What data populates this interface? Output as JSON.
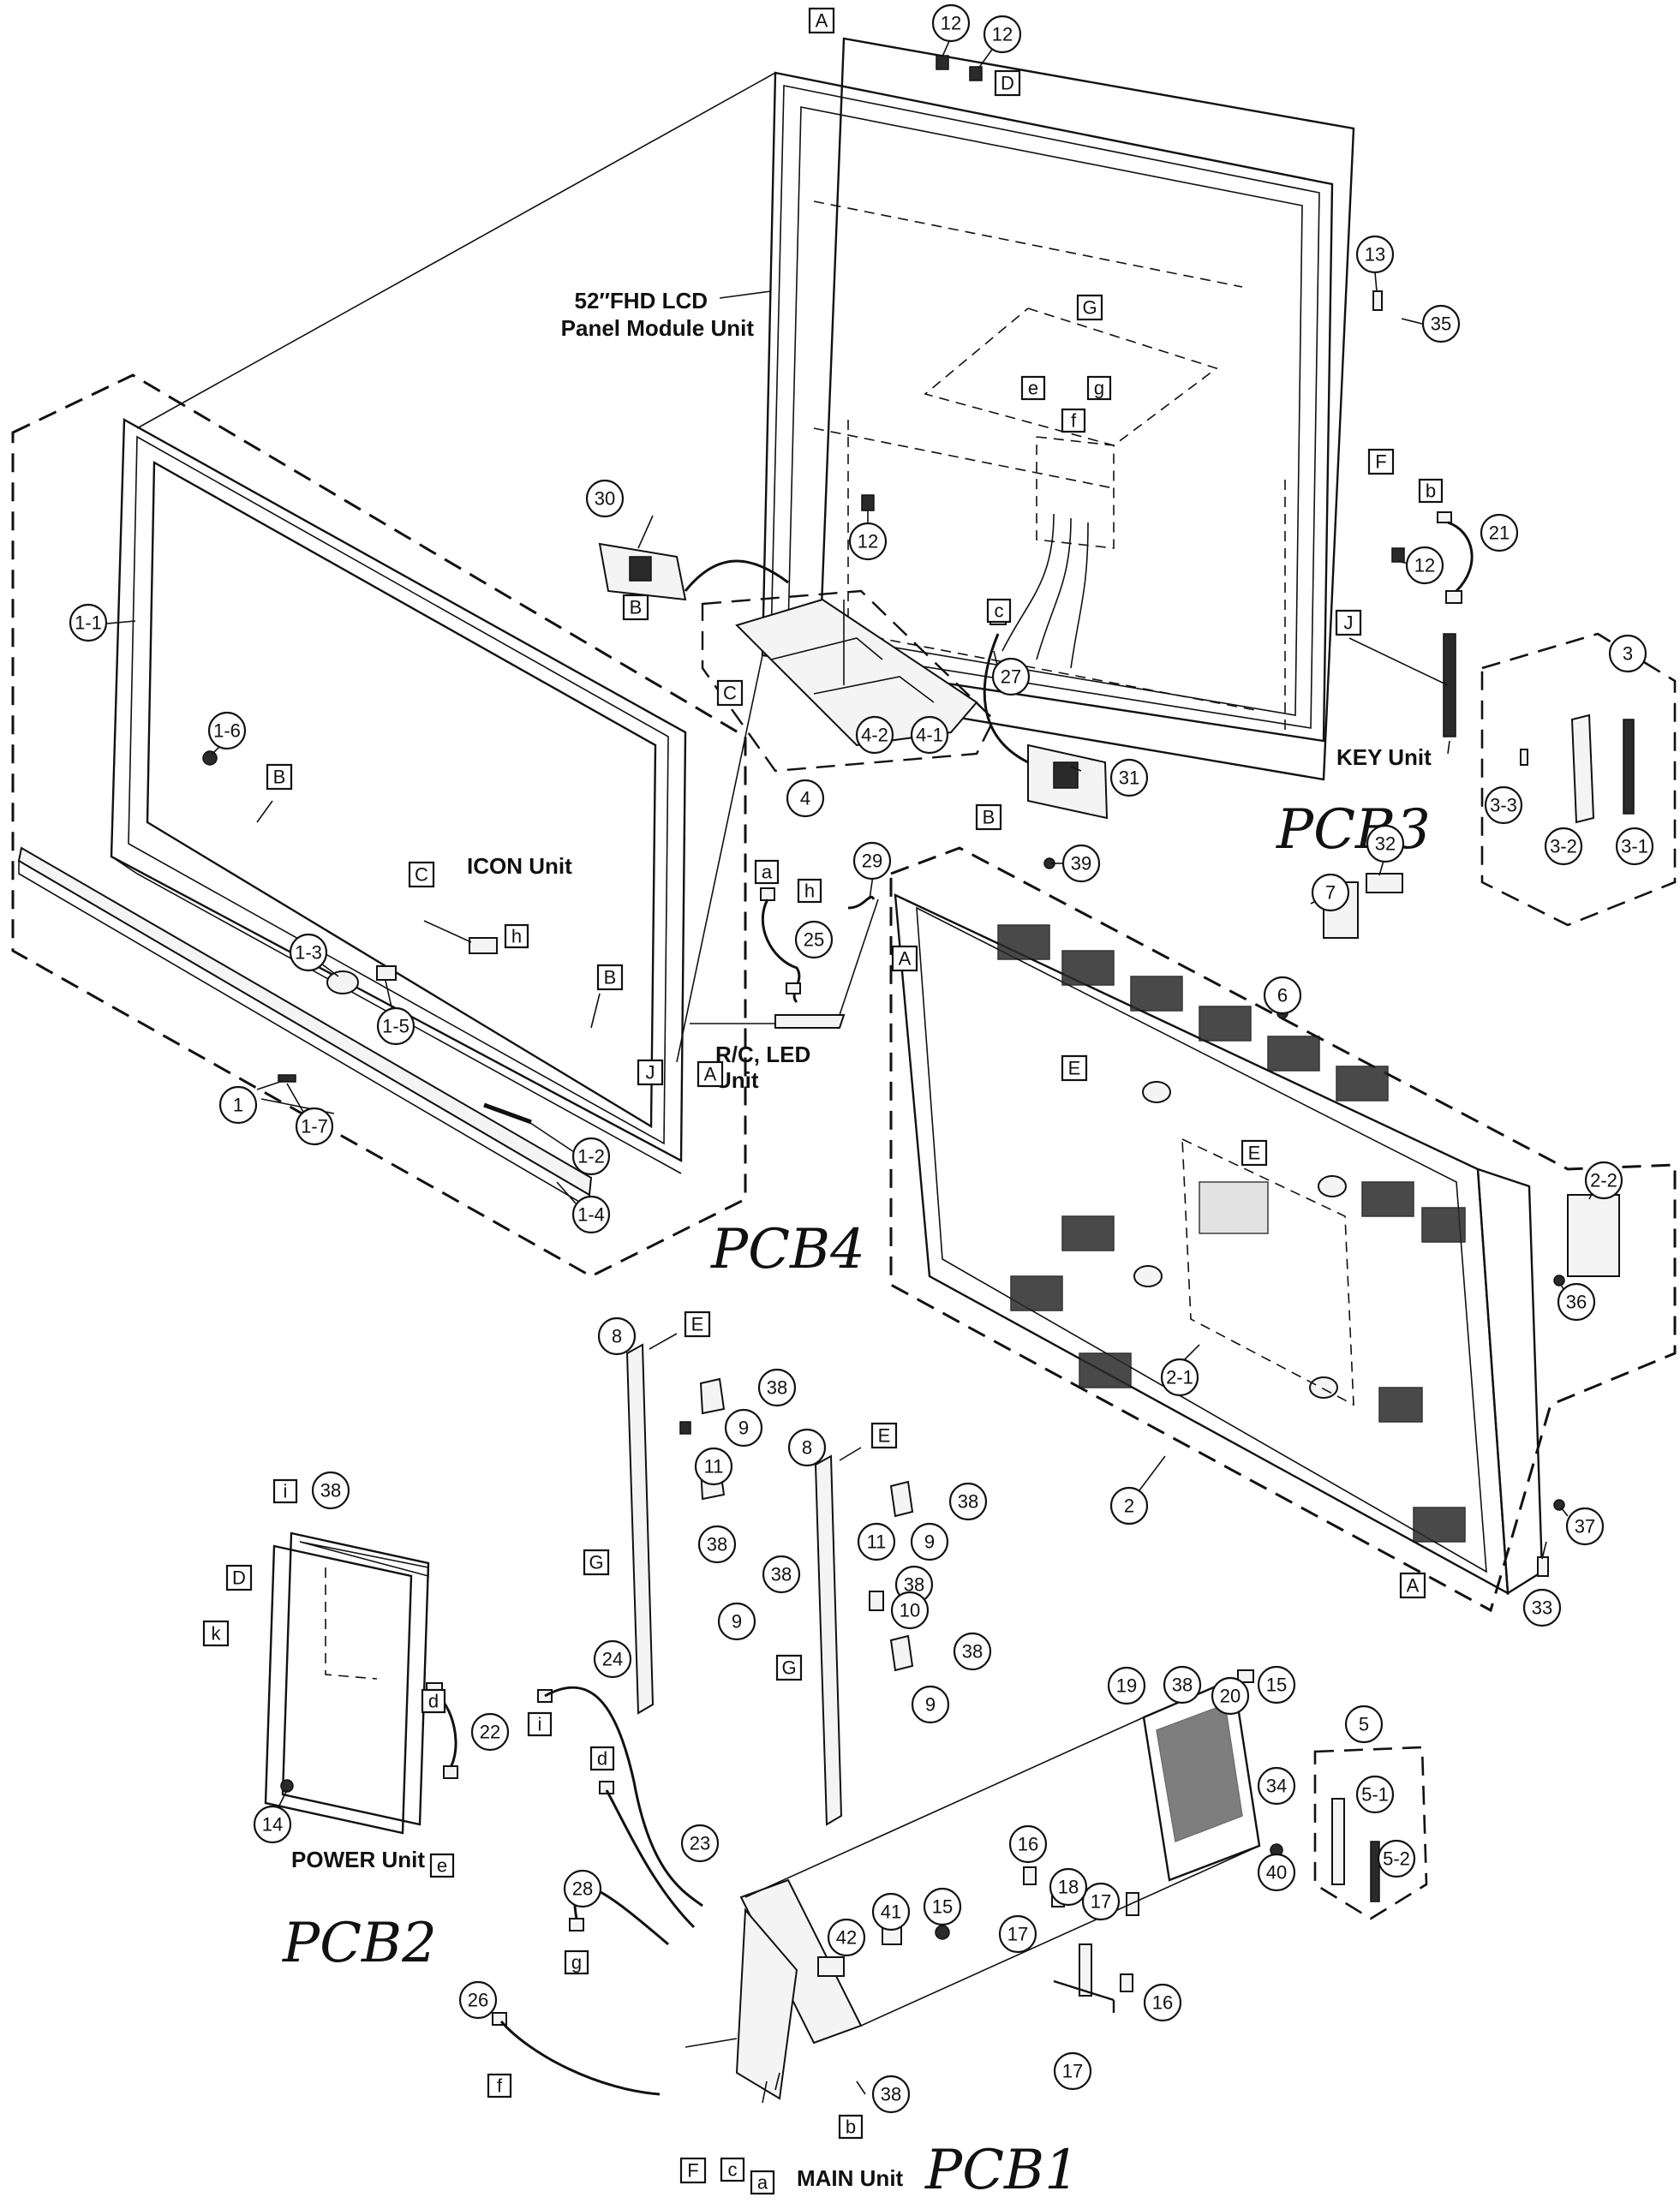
{
  "circles": [
    {
      "key": "c12a",
      "text": "12"
    },
    {
      "key": "c12b",
      "text": "12"
    },
    {
      "key": "c12c",
      "text": "12"
    },
    {
      "key": "c12d",
      "text": "12"
    },
    {
      "key": "c13",
      "text": "13"
    },
    {
      "key": "c35",
      "text": "35"
    },
    {
      "key": "c21",
      "text": "21"
    },
    {
      "key": "c3",
      "text": "3"
    },
    {
      "key": "c3-3",
      "text": "3-3"
    },
    {
      "key": "c3-2",
      "text": "3-2"
    },
    {
      "key": "c3-1",
      "text": "3-1"
    },
    {
      "key": "c30",
      "text": "30"
    },
    {
      "key": "c27",
      "text": "27"
    },
    {
      "key": "c31",
      "text": "31"
    },
    {
      "key": "c4",
      "text": "4"
    },
    {
      "key": "c4-2",
      "text": "4-2"
    },
    {
      "key": "c4-1",
      "text": "4-1"
    },
    {
      "key": "c1-1",
      "text": "1-1"
    },
    {
      "key": "c1-6",
      "text": "1-6"
    },
    {
      "key": "c1-3",
      "text": "1-3"
    },
    {
      "key": "c1-5",
      "text": "1-5"
    },
    {
      "key": "c1-7",
      "text": "1-7"
    },
    {
      "key": "c1",
      "text": "1"
    },
    {
      "key": "c1-2",
      "text": "1-2"
    },
    {
      "key": "c1-4",
      "text": "1-4"
    },
    {
      "key": "c29",
      "text": "29"
    },
    {
      "key": "c25",
      "text": "25"
    },
    {
      "key": "c39",
      "text": "39"
    },
    {
      "key": "c6",
      "text": "6"
    },
    {
      "key": "c7",
      "text": "7"
    },
    {
      "key": "c32",
      "text": "32"
    },
    {
      "key": "c2-2",
      "text": "2-2"
    },
    {
      "key": "c2-1",
      "text": "2-1"
    },
    {
      "key": "c2",
      "text": "2"
    },
    {
      "key": "c36",
      "text": "36"
    },
    {
      "key": "c37",
      "text": "37"
    },
    {
      "key": "c33",
      "text": "33"
    },
    {
      "key": "c8a",
      "text": "8"
    },
    {
      "key": "c8b",
      "text": "8"
    },
    {
      "key": "c38a",
      "text": "38"
    },
    {
      "key": "c38b",
      "text": "38"
    },
    {
      "key": "c38c",
      "text": "38"
    },
    {
      "key": "c38d",
      "text": "38"
    },
    {
      "key": "c38e",
      "text": "38"
    },
    {
      "key": "c38f",
      "text": "38"
    },
    {
      "key": "c38g",
      "text": "38"
    },
    {
      "key": "c38h",
      "text": "38"
    },
    {
      "key": "c38i",
      "text": "38"
    },
    {
      "key": "c9a",
      "text": "9"
    },
    {
      "key": "c9b",
      "text": "9"
    },
    {
      "key": "c9c",
      "text": "9"
    },
    {
      "key": "c9d",
      "text": "9"
    },
    {
      "key": "c11a",
      "text": "11"
    },
    {
      "key": "c11b",
      "text": "11"
    },
    {
      "key": "c10",
      "text": "10"
    },
    {
      "key": "c14",
      "text": "14"
    },
    {
      "key": "c22",
      "text": "22"
    },
    {
      "key": "c24",
      "text": "24"
    },
    {
      "key": "c23",
      "text": "23"
    },
    {
      "key": "c28",
      "text": "28"
    },
    {
      "key": "c26",
      "text": "26"
    },
    {
      "key": "c42",
      "text": "42"
    },
    {
      "key": "c41",
      "text": "41"
    },
    {
      "key": "c15a",
      "text": "15"
    },
    {
      "key": "c15b",
      "text": "15"
    },
    {
      "key": "c16a",
      "text": "16"
    },
    {
      "key": "c16b",
      "text": "16"
    },
    {
      "key": "c17a",
      "text": "17"
    },
    {
      "key": "c17b",
      "text": "17"
    },
    {
      "key": "c17c",
      "text": "17"
    },
    {
      "key": "c18",
      "text": "18"
    },
    {
      "key": "c19",
      "text": "19"
    },
    {
      "key": "c20",
      "text": "20"
    },
    {
      "key": "c34",
      "text": "34"
    },
    {
      "key": "c40",
      "text": "40"
    },
    {
      "key": "c5",
      "text": "5"
    },
    {
      "key": "c5-1",
      "text": "5-1"
    },
    {
      "key": "c5-2",
      "text": "5-2"
    }
  ],
  "boxes": [
    {
      "key": "bA1",
      "text": "A"
    },
    {
      "key": "bD1",
      "text": "D"
    },
    {
      "key": "bG1",
      "text": "G"
    },
    {
      "key": "be1",
      "text": "e"
    },
    {
      "key": "bf1",
      "text": "f"
    },
    {
      "key": "bg1",
      "text": "g"
    },
    {
      "key": "bF1",
      "text": "F"
    },
    {
      "key": "bb1",
      "text": "b"
    },
    {
      "key": "bJ1",
      "text": "J"
    },
    {
      "key": "bB1",
      "text": "B"
    },
    {
      "key": "bC1",
      "text": "C"
    },
    {
      "key": "bc1",
      "text": "c"
    },
    {
      "key": "bB2",
      "text": "B"
    },
    {
      "key": "bB3",
      "text": "B"
    },
    {
      "key": "bC2",
      "text": "C"
    },
    {
      "key": "bh1",
      "text": "h"
    },
    {
      "key": "bB4",
      "text": "B"
    },
    {
      "key": "bA2",
      "text": "A"
    },
    {
      "key": "bJ2",
      "text": "J"
    },
    {
      "key": "ba1",
      "text": "a"
    },
    {
      "key": "bh2",
      "text": "h"
    },
    {
      "key": "bA3",
      "text": "A"
    },
    {
      "key": "bE1",
      "text": "E"
    },
    {
      "key": "bE2",
      "text": "E"
    },
    {
      "key": "bA4",
      "text": "A"
    },
    {
      "key": "bE3",
      "text": "E"
    },
    {
      "key": "bE4",
      "text": "E"
    },
    {
      "key": "bG2",
      "text": "G"
    },
    {
      "key": "bG3",
      "text": "G"
    },
    {
      "key": "bi1",
      "text": "i"
    },
    {
      "key": "bD2",
      "text": "D"
    },
    {
      "key": "bk1",
      "text": "k"
    },
    {
      "key": "bd1",
      "text": "d"
    },
    {
      "key": "be2",
      "text": "e"
    },
    {
      "key": "bi2",
      "text": "i"
    },
    {
      "key": "bd2",
      "text": "d"
    },
    {
      "key": "bg2",
      "text": "g"
    },
    {
      "key": "bf2",
      "text": "f"
    },
    {
      "key": "bF2",
      "text": "F"
    },
    {
      "key": "bc2",
      "text": "c"
    },
    {
      "key": "ba2",
      "text": "a"
    },
    {
      "key": "bb2",
      "text": "b"
    }
  ],
  "captions": {
    "lcd_line1": "52″FHD LCD",
    "lcd_line2": "Panel Module Unit",
    "key_unit": "KEY Unit",
    "icon_unit": "ICON Unit",
    "rc_line1": "R/C, LED",
    "rc_line2": "Unit",
    "power_unit": "POWER Unit",
    "main_unit": "MAIN Unit"
  },
  "handwritten": {
    "pcb1": "PCB1",
    "pcb2": "PCB2",
    "pcb3": "PCB3",
    "pcb4": "PCB4"
  }
}
